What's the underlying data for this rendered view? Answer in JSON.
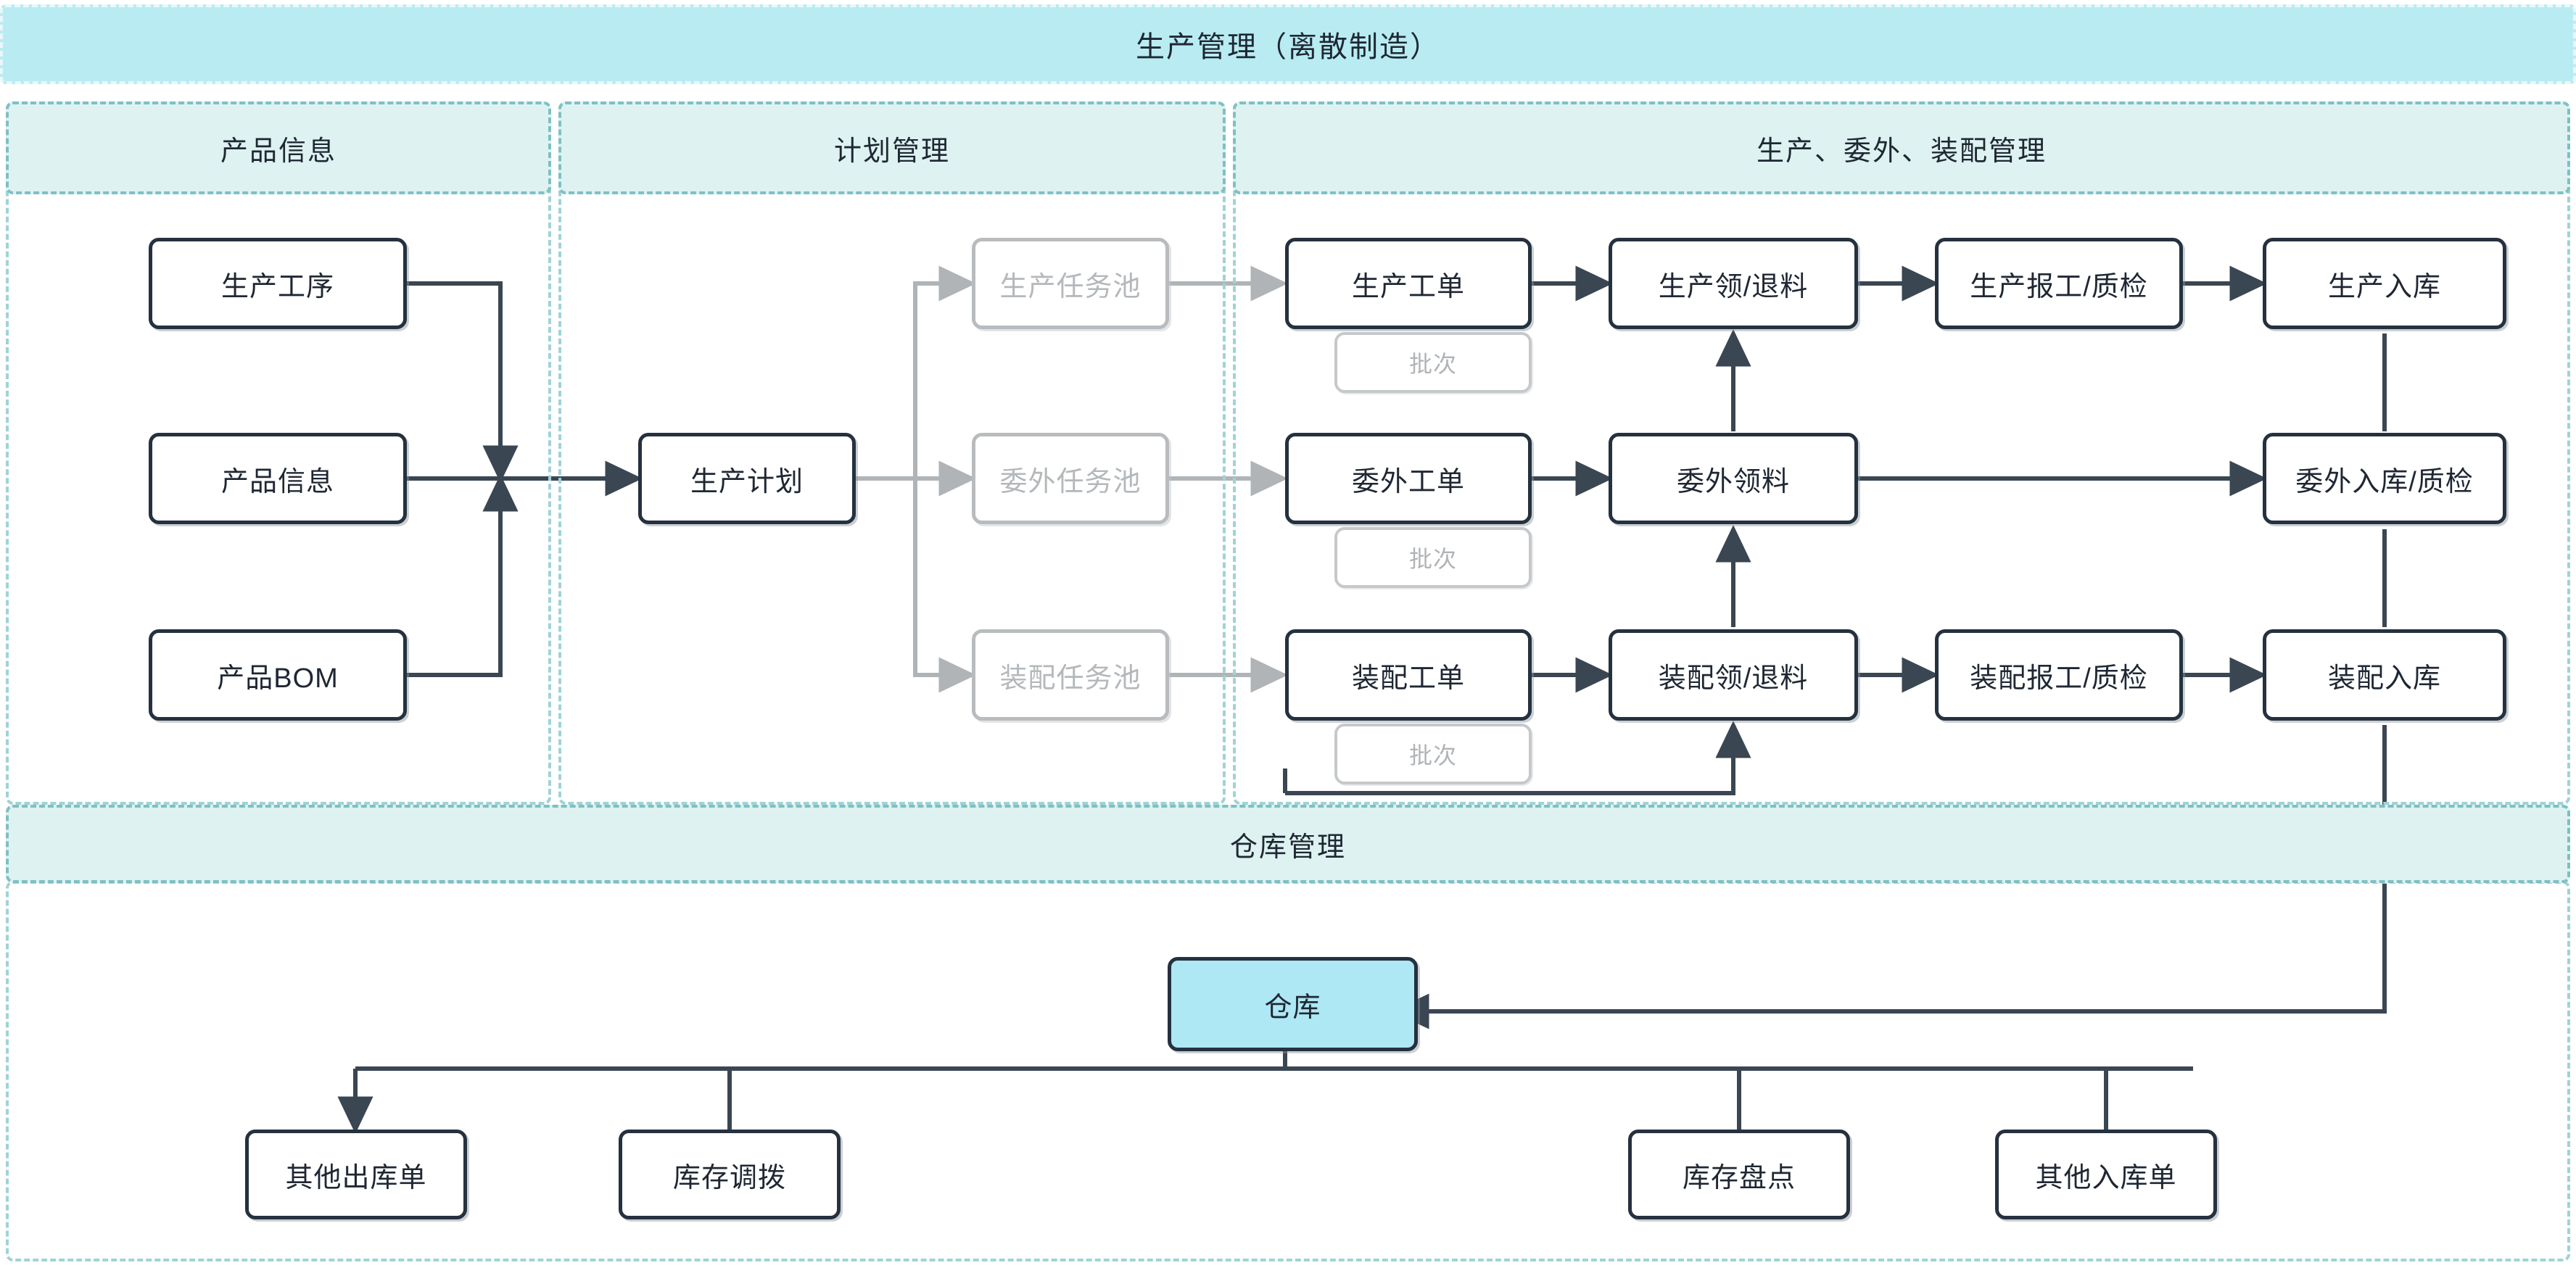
{
  "title": "生产管理（离散制造）",
  "groups": [
    {
      "key": "product_info",
      "label": "产品信息"
    },
    {
      "key": "plan_mgmt",
      "label": "计划管理"
    },
    {
      "key": "prod_outsrc_assembly",
      "label": "生产、委外、装配管理"
    },
    {
      "key": "warehouse_mgmt",
      "label": "仓库管理"
    }
  ],
  "nodes": {
    "prod_process": "生产工序",
    "product_info": "产品信息",
    "product_bom": "产品BOM",
    "prod_plan": "生产计划",
    "pool_prod": "生产任务池",
    "pool_outsrc": "委外任务池",
    "pool_assembly": "装配任务池",
    "wo_prod": "生产工单",
    "wo_outsrc": "委外工单",
    "wo_assembly": "装配工单",
    "batch_prod": "批次",
    "batch_outsrc": "批次",
    "batch_assembly": "批次",
    "issue_prod": "生产领/退料",
    "issue_outsrc": "委外领料",
    "issue_assembly": "装配领/退料",
    "report_prod": "生产报工/质检",
    "report_assembly": "装配报工/质检",
    "in_prod": "生产入库",
    "in_outsrc": "委外入库/质检",
    "in_assembly": "装配入库",
    "warehouse": "仓库",
    "other_out": "其他出库单",
    "stock_transfer": "库存调拨",
    "stock_count": "库存盘点",
    "other_in": "其他入库单"
  },
  "colors": {
    "title_band": "#b8ecf2",
    "group_header": "#ddf2f1",
    "group_border": "#9fd3d6",
    "node_border": "#25313f",
    "node_muted_border": "#b9bcbe",
    "warehouse_fill": "#ade8f4",
    "connector": "#3a4652",
    "connector_muted": "#b0b4b7",
    "text": "#1f2733"
  }
}
